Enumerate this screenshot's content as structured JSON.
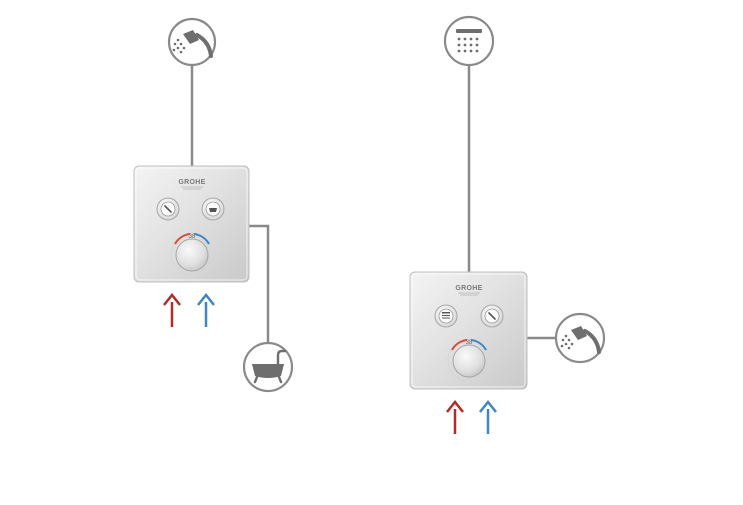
{
  "colors": {
    "line": "#8a8a8a",
    "hot_arrow": "#b22a2a",
    "cold_arrow": "#3f86c6",
    "temp_hot": "#e04a3a",
    "temp_cold": "#3f86c6",
    "panel_edge": "#bfbfbf",
    "icon_stroke": "#6e6e6e"
  },
  "valves": [
    {
      "name": "left-valve",
      "brand": "GROHE",
      "dial_mark": "38",
      "buttons": [
        {
          "icon": "hand-shower-icon"
        },
        {
          "icon": "bathtub-spout-icon"
        }
      ],
      "outlets": [
        {
          "icon": "hand-shower-icon",
          "position": "top"
        },
        {
          "icon": "bathtub-icon",
          "position": "right-bottom"
        }
      ],
      "inlets": [
        {
          "kind": "hot"
        },
        {
          "kind": "cold"
        }
      ]
    },
    {
      "name": "right-valve",
      "brand": "GROHE",
      "dial_mark": "38",
      "buttons": [
        {
          "icon": "head-shower-icon"
        },
        {
          "icon": "hand-shower-icon"
        }
      ],
      "outlets": [
        {
          "icon": "head-shower-icon",
          "position": "top"
        },
        {
          "icon": "hand-shower-icon",
          "position": "right"
        }
      ],
      "inlets": [
        {
          "kind": "hot"
        },
        {
          "kind": "cold"
        }
      ]
    }
  ]
}
